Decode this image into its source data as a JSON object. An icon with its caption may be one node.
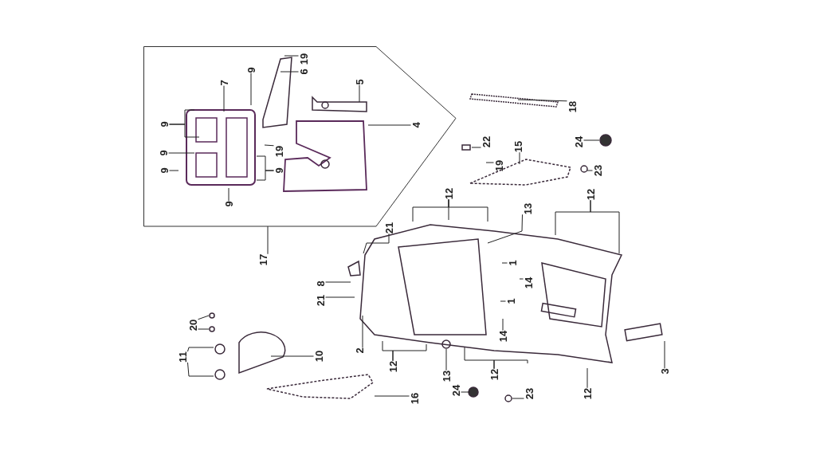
{
  "diagram": {
    "nodes": [
      {
        "text": [],
        "shape": "box"
      },
      {
        "text": [
          "19"
        ],
        "in": 0
      },
      {
        "text": [
          "6"
        ],
        "in": 0
      },
      {
        "text": [
          "5"
        ],
        "in": 0
      },
      {
        "text": [
          "4"
        ],
        "in": 0
      },
      {
        "text": [
          "7"
        ],
        "in": 0
      },
      {
        "text": [
          "9"
        ],
        "in": 0
      },
      {
        "text": [
          "9"
        ],
        "in": 0
      },
      {
        "text": [
          "9"
        ],
        "in": 0
      },
      {
        "text": [
          "9"
        ],
        "in": 0
      },
      {
        "text": [
          "9"
        ],
        "in": 0
      },
      {
        "text": [
          "9"
        ],
        "in": 0
      },
      {
        "text": [
          "19"
        ],
        "in": 0
      },
      {
        "text": [
          "17"
        ]
      },
      {
        "text": [
          "18"
        ]
      },
      {
        "text": [
          "22"
        ]
      },
      {
        "text": [
          "19"
        ]
      },
      {
        "text": [
          "15"
        ]
      },
      {
        "text": [
          "24"
        ]
      },
      {
        "text": [
          "23"
        ]
      },
      {
        "text": [
          "12"
        ]
      },
      {
        "text": [
          "12"
        ]
      },
      {
        "text": [
          "21"
        ]
      },
      {
        "text": [
          "13"
        ]
      },
      {
        "text": [
          "1"
        ]
      },
      {
        "text": [
          "14"
        ]
      },
      {
        "text": [
          "1"
        ]
      },
      {
        "text": [
          "14"
        ]
      },
      {
        "text": [
          "8"
        ]
      },
      {
        "text": [
          "21"
        ]
      },
      {
        "text": [
          "2"
        ]
      },
      {
        "text": [
          "12"
        ]
      },
      {
        "text": [
          "13"
        ]
      },
      {
        "text": [
          "12"
        ]
      },
      {
        "text": [
          "24"
        ]
      },
      {
        "text": [
          "23"
        ]
      },
      {
        "text": [
          "12"
        ]
      },
      {
        "text": [
          "3"
        ]
      },
      {
        "text": [
          "16"
        ]
      },
      {
        "text": [
          "20"
        ]
      },
      {
        "text": [
          "11"
        ]
      },
      {
        "text": [
          "10"
        ]
      }
    ],
    "edges": [
      {
        "from": 1,
        "to": null,
        "arrow": "none"
      },
      {
        "from": 2,
        "to": null,
        "arrow": "none"
      },
      {
        "from": 3,
        "to": null,
        "arrow": "none"
      },
      {
        "from": 4,
        "to": null,
        "arrow": "none"
      },
      {
        "from": 5,
        "to": null,
        "arrow": "none"
      },
      {
        "from": 6,
        "to": null,
        "arrow": "none"
      },
      {
        "from": 7,
        "to": null,
        "arrow": "none"
      },
      {
        "from": 7,
        "to": null,
        "arrow": "none"
      },
      {
        "from": 8,
        "to": null,
        "arrow": "none"
      },
      {
        "from": 9,
        "to": null,
        "arrow": "none"
      },
      {
        "from": 10,
        "to": null,
        "arrow": "none"
      },
      {
        "from": 11,
        "to": null,
        "arrow": "none"
      },
      {
        "from": 11,
        "to": null,
        "arrow": "none"
      },
      {
        "from": 12,
        "to": null,
        "arrow": "none"
      },
      {
        "from": 13,
        "to": 0,
        "arrow": "none"
      },
      {
        "from": 14,
        "to": null,
        "arrow": "none"
      },
      {
        "from": 15,
        "to": null,
        "arrow": "none"
      },
      {
        "from": 16,
        "to": null,
        "arrow": "none"
      },
      {
        "from": 17,
        "to": null,
        "arrow": "none"
      },
      {
        "from": 18,
        "to": null,
        "arrow": "none"
      },
      {
        "from": 19,
        "to": null,
        "arrow": "none"
      },
      {
        "from": 20,
        "to": null,
        "arrow": "none"
      },
      {
        "from": 20,
        "to": null,
        "arrow": "none"
      },
      {
        "from": 20,
        "to": null,
        "arrow": "none"
      },
      {
        "from": 21,
        "to": null,
        "arrow": "none"
      },
      {
        "from": 21,
        "to": null,
        "arrow": "none"
      },
      {
        "from": 22,
        "to": null,
        "arrow": "none"
      },
      {
        "from": 23,
        "to": null,
        "arrow": "none"
      },
      {
        "from": 24,
        "to": null,
        "arrow": "none"
      },
      {
        "from": 25,
        "to": null,
        "arrow": "none"
      },
      {
        "from": 26,
        "to": null,
        "arrow": "none"
      },
      {
        "from": 27,
        "to": null,
        "arrow": "none"
      },
      {
        "from": 28,
        "to": null,
        "arrow": "none"
      },
      {
        "from": 29,
        "to": null,
        "arrow": "none"
      },
      {
        "from": 30,
        "to": null,
        "arrow": "none"
      },
      {
        "from": 31,
        "to": null,
        "arrow": "none"
      },
      {
        "from": 31,
        "to": null,
        "arrow": "none"
      },
      {
        "from": 32,
        "to": null,
        "arrow": "none"
      },
      {
        "from": 33,
        "to": null,
        "arrow": "none"
      },
      {
        "from": 33,
        "to": null,
        "arrow": "none"
      },
      {
        "from": 34,
        "to": null,
        "arrow": "none"
      },
      {
        "from": 35,
        "to": null,
        "arrow": "none"
      },
      {
        "from": 36,
        "to": null,
        "arrow": "none"
      },
      {
        "from": 37,
        "to": null,
        "arrow": "none"
      },
      {
        "from": 38,
        "to": null,
        "arrow": "none"
      },
      {
        "from": 39,
        "to": null,
        "arrow": "none"
      },
      {
        "from": 39,
        "to": null,
        "arrow": "none"
      },
      {
        "from": 40,
        "to": null,
        "arrow": "none"
      },
      {
        "from": 40,
        "to": null,
        "arrow": "none"
      },
      {
        "from": 41,
        "to": null,
        "arrow": "none"
      }
    ]
  }
}
